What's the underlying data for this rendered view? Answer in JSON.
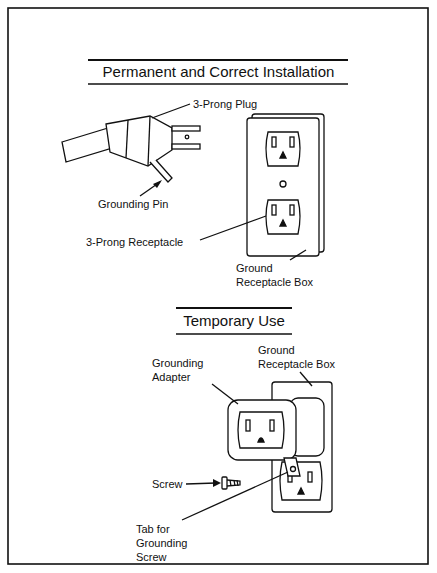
{
  "diagram": {
    "labels": [
      "Permanent and Correct Installation",
      "3-Prong Plug",
      "Grounding Pin",
      "3-Prong Receptacle",
      "Ground Receptacle Box",
      "Temporary Use",
      "Grounding Adapter",
      "Ground Receptacle Box",
      "Screw",
      "Tab for Grounding Screw"
    ]
  }
}
